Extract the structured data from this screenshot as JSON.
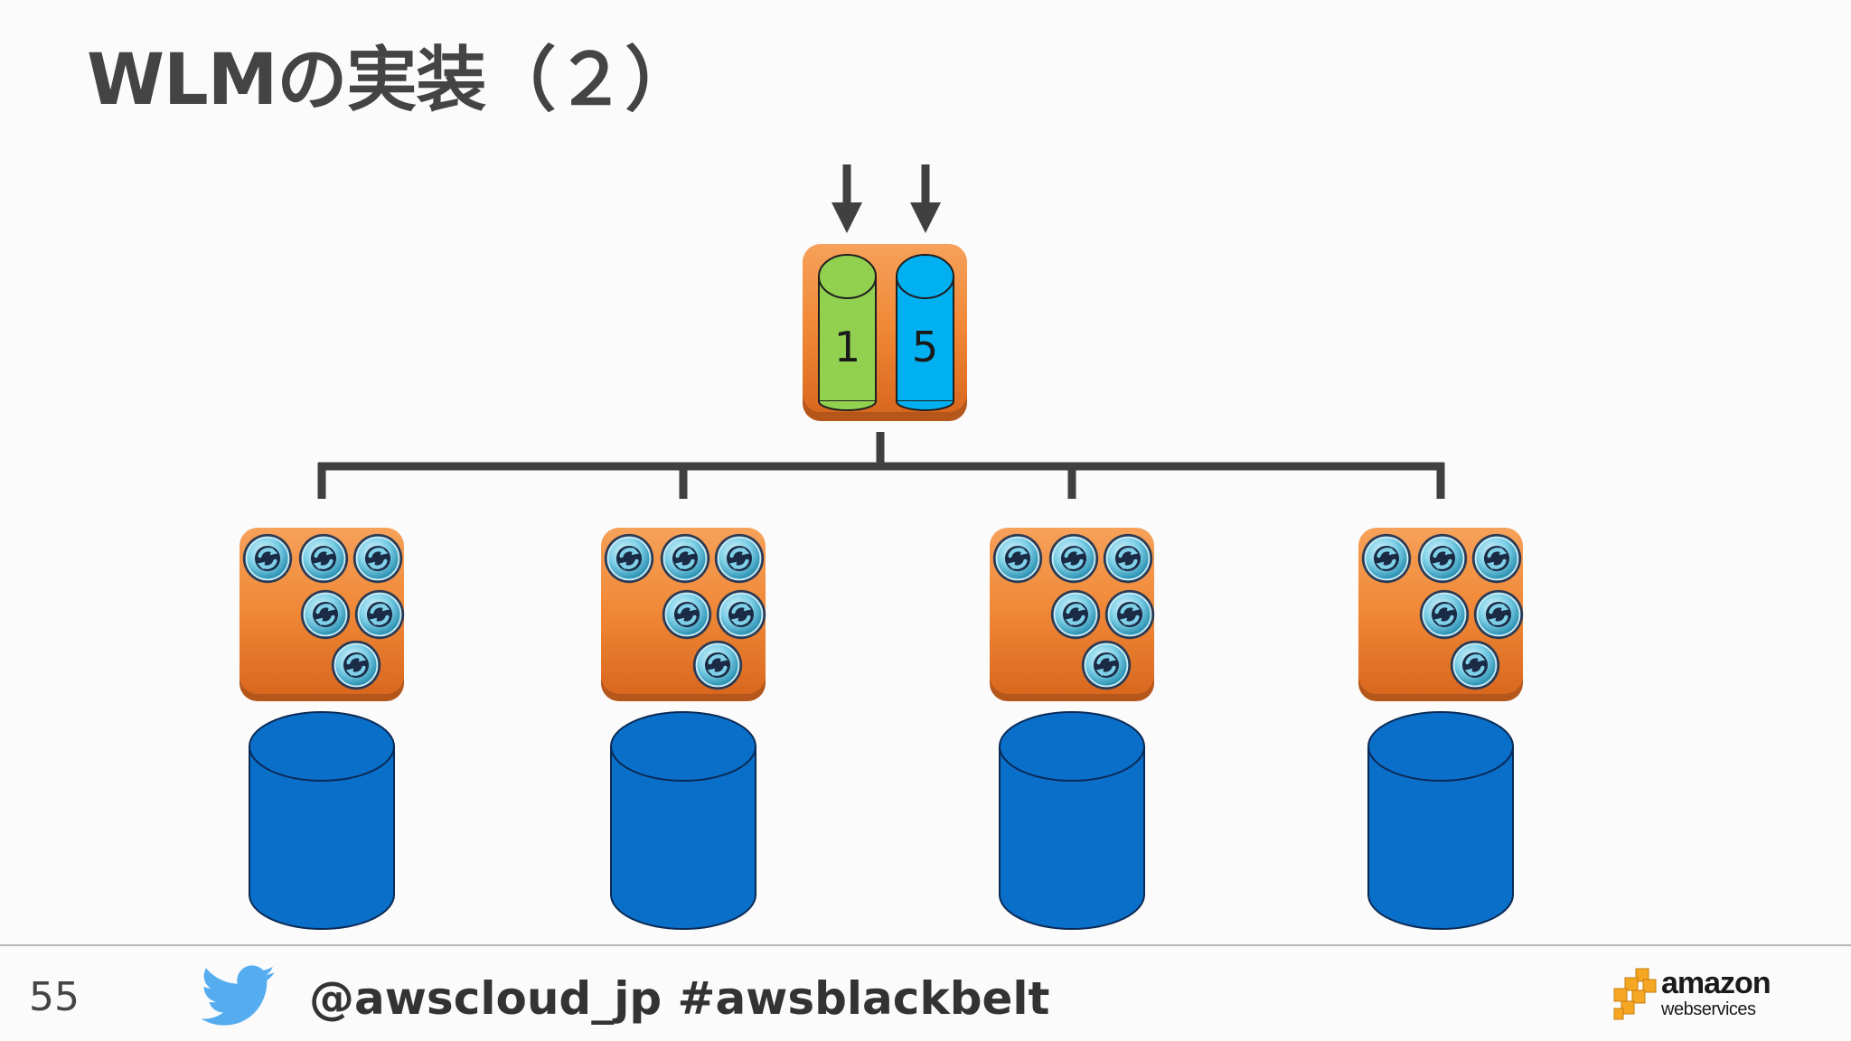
{
  "slide": {
    "title": "WLMの実装（２）",
    "page_number": "55",
    "footer_handle": "@awscloud_jp #awsblackbelt"
  },
  "logo": {
    "word": "amazon",
    "sub": "webservices"
  },
  "queue_node": {
    "queues": [
      {
        "label": "1",
        "color": "#92d050"
      },
      {
        "label": "5",
        "color": "#00b0f0"
      }
    ]
  },
  "compute_nodes": [
    {
      "slice_count": 6
    },
    {
      "slice_count": 6
    },
    {
      "slice_count": 6
    },
    {
      "slice_count": 6
    }
  ],
  "colors": {
    "node_orange": "#f08836",
    "node_orange_dark": "#b5561b",
    "storage_blue": "#0a6fc9",
    "connector": "#404040",
    "twitter_blue": "#55acee",
    "aws_orange": "#f5a623"
  },
  "icons": [
    "down-arrow-icon",
    "refresh-icon",
    "twitter-bird-icon",
    "aws-cubes-icon"
  ]
}
